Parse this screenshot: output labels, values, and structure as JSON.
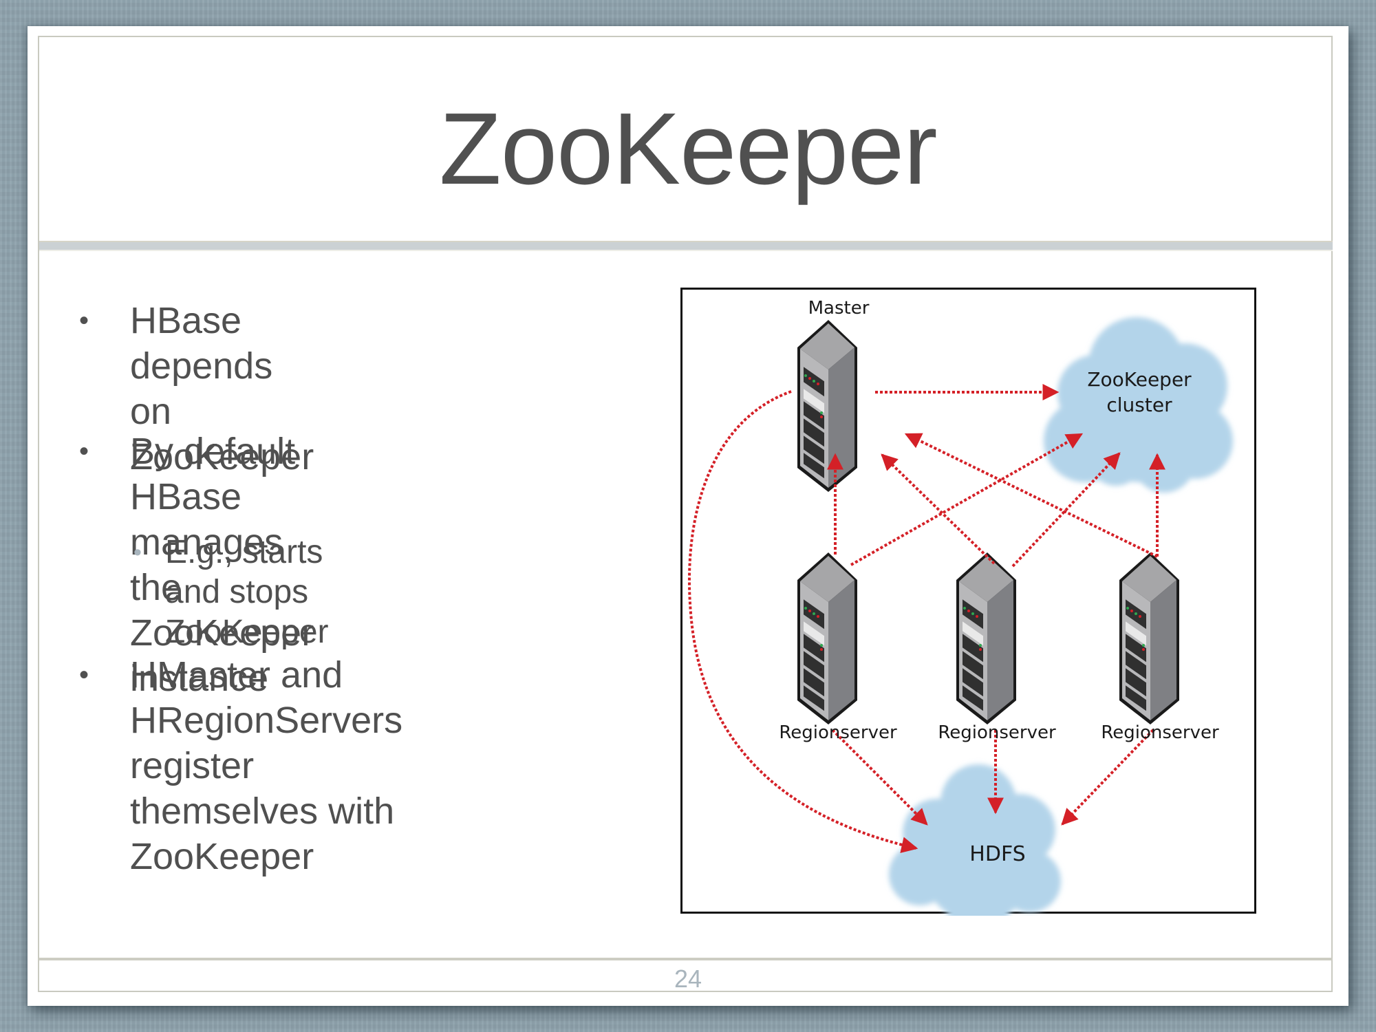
{
  "slide": {
    "title": "ZooKeeper",
    "page_number": "24",
    "bullets": [
      {
        "level": 1,
        "lines": [
          "HBase depends on",
          "ZooKeeper"
        ]
      },
      {
        "level": 1,
        "lines": [
          "By default HBase manages",
          "the ZooKeeper instance"
        ]
      },
      {
        "level": 2,
        "lines": [
          "E.g., starts and stops",
          "ZooKeeper"
        ]
      },
      {
        "level": 1,
        "lines": [
          "HMaster and HRegionServers",
          "register themselves with",
          "ZooKeeper"
        ]
      }
    ]
  },
  "diagram": {
    "nodes": {
      "master": {
        "label": "Master",
        "icon": "server-icon"
      },
      "zookeeper": {
        "label_line1": "ZooKeeper",
        "label_line2": "cluster",
        "icon": "cloud-icon"
      },
      "regionservers": [
        {
          "label": "Regionserver",
          "icon": "server-icon"
        },
        {
          "label": "Regionserver",
          "icon": "server-icon"
        },
        {
          "label": "Regionserver",
          "icon": "server-icon"
        }
      ],
      "hdfs": {
        "label": "HDFS",
        "icon": "cloud-icon"
      }
    },
    "edges": [
      {
        "from": "Master",
        "to": "ZooKeeper cluster",
        "style": "dotted-arrow"
      },
      {
        "from": "Master",
        "to": "HDFS",
        "style": "dotted-curved-arrow"
      },
      {
        "from": "Regionserver 1",
        "to": "Master",
        "style": "dotted-arrow"
      },
      {
        "from": "Regionserver 1",
        "to": "ZooKeeper cluster",
        "style": "dotted-arrow"
      },
      {
        "from": "Regionserver 2",
        "to": "Master",
        "style": "dotted-arrow"
      },
      {
        "from": "Regionserver 2",
        "to": "ZooKeeper cluster",
        "style": "dotted-arrow"
      },
      {
        "from": "Regionserver 3",
        "to": "Master",
        "style": "dotted-arrow"
      },
      {
        "from": "Regionserver 3",
        "to": "ZooKeeper cluster",
        "style": "dotted-arrow"
      },
      {
        "from": "Regionserver 1",
        "to": "HDFS",
        "style": "dotted-arrow"
      },
      {
        "from": "Regionserver 2",
        "to": "HDFS",
        "style": "dotted-arrow"
      },
      {
        "from": "Regionserver 3",
        "to": "HDFS",
        "style": "dotted-arrow"
      }
    ],
    "colors": {
      "arrow": "#d42027",
      "cloud": "#b3d4ea",
      "server": "#8c8c8e"
    }
  }
}
